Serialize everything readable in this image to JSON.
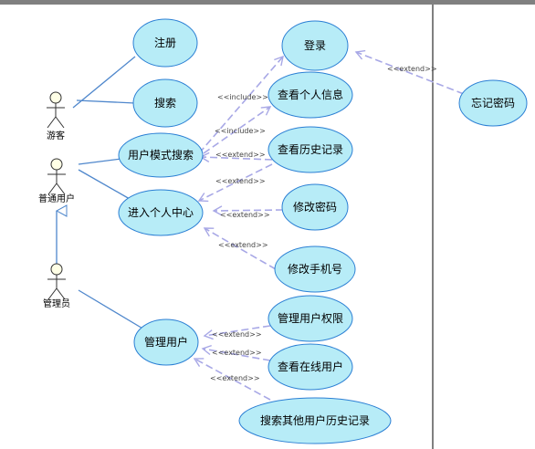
{
  "actors": [
    {
      "id": "visitor",
      "label": "游客"
    },
    {
      "id": "user",
      "label": "普通用户"
    },
    {
      "id": "admin",
      "label": "管理员"
    }
  ],
  "use_cases": [
    {
      "id": "register",
      "label": "注册"
    },
    {
      "id": "search",
      "label": "搜索"
    },
    {
      "id": "user_mode_search",
      "label": "用户模式搜索"
    },
    {
      "id": "personal_center",
      "label": "进入个人中心"
    },
    {
      "id": "manage_users",
      "label": "管理用户"
    },
    {
      "id": "login",
      "label": "登录"
    },
    {
      "id": "view_info",
      "label": "查看个人信息"
    },
    {
      "id": "view_history",
      "label": "查看历史记录"
    },
    {
      "id": "change_password",
      "label": "修改密码"
    },
    {
      "id": "change_phone",
      "label": "修改手机号"
    },
    {
      "id": "manage_permissions",
      "label": "管理用户权限"
    },
    {
      "id": "view_online",
      "label": "查看在线用户"
    },
    {
      "id": "search_others_history",
      "label": "搜索其他用户历史记录"
    },
    {
      "id": "forgot_password",
      "label": "忘记密码"
    }
  ],
  "stereotypes": [
    {
      "id": "include-login",
      "label": "<<include>>"
    },
    {
      "id": "include-info",
      "label": "<<include>>"
    },
    {
      "id": "extend-history",
      "label": "<<extend>>"
    },
    {
      "id": "extend-search",
      "label": "<<extend>>"
    },
    {
      "id": "extend-password",
      "label": "<<extend>>"
    },
    {
      "id": "extend-phone",
      "label": "<<extend>>"
    },
    {
      "id": "extend-permissions",
      "label": "<<extend>>"
    },
    {
      "id": "extend-online",
      "label": "<<extend>>"
    },
    {
      "id": "extend-others",
      "label": "<<extend>>"
    },
    {
      "id": "extend-forgot",
      "label": "<<extend>>"
    }
  ],
  "colors": {
    "usecase_fill": "#b7ecf7",
    "usecase_stroke": "#2b7fd4",
    "actor_fill": "#ffffe6",
    "association": "#4f87cc",
    "dependency": "#a8a8e6",
    "boundary": "#000000",
    "top_bar": "#808080"
  }
}
